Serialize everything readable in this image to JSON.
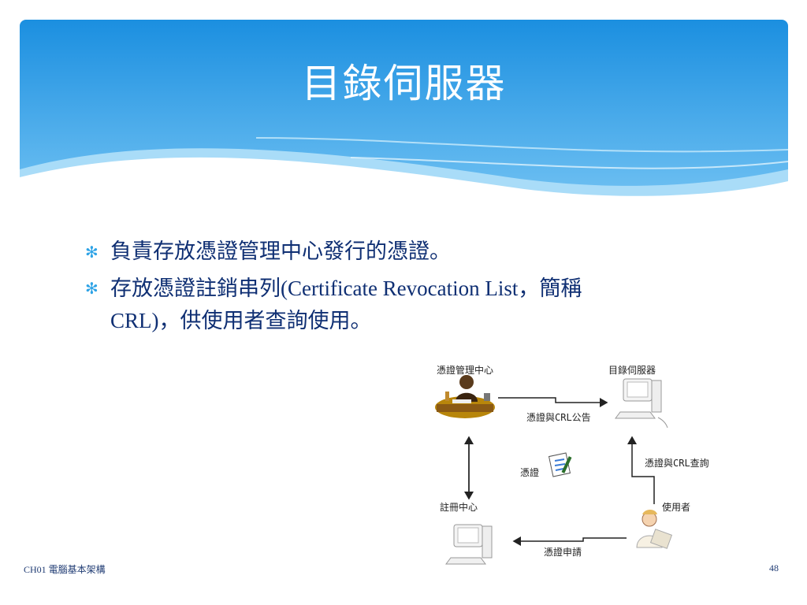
{
  "slide": {
    "title": "目錄伺服器",
    "bullets": [
      {
        "text": "負責存放憑證管理中心發行的憑證。"
      },
      {
        "text_zh_1": "存放憑證註銷串列",
        "text_en": "(Certificate Revocation List",
        "text_zh_2": "，簡稱",
        "text_line2_en": "CRL)",
        "text_line2_zh": "，供使用者查詢使用。"
      }
    ],
    "bullet_icon": "asterisk-icon",
    "colors": {
      "banner_top": "#1b8fe0",
      "banner_bottom": "#7cc6f3",
      "text": "#0f2f73",
      "bullet": "#2ea3e6"
    }
  },
  "diagram": {
    "nodes": {
      "ca": "憑證管理中心",
      "directory": "目錄伺服器",
      "ra": "註冊中心",
      "user": "使用者"
    },
    "edges": {
      "publish": "憑證與CRL公告",
      "query": "憑證與CRL查詢",
      "certificate": "憑證",
      "apply": "憑證申請"
    },
    "icons": {
      "ca": "judge-desk-icon",
      "directory": "computer-icon",
      "ra": "computer-icon",
      "user": "person-icon",
      "certificate": "document-pen-icon"
    }
  },
  "footer": {
    "course": "CH01 電腦基本架構",
    "page_number": "48"
  }
}
